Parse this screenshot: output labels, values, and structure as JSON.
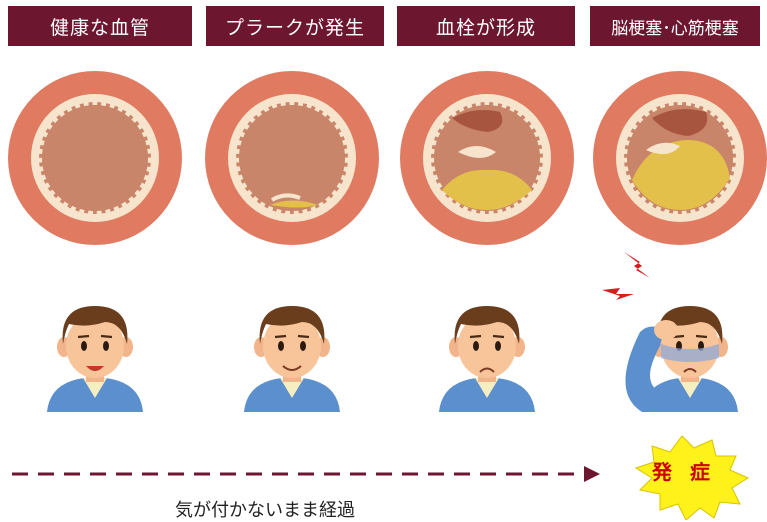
{
  "stages": [
    {
      "label": "健康な血管"
    },
    {
      "label": "プラークが発生"
    },
    {
      "label": "血栓が形成"
    },
    {
      "label": "脳梗塞･心筋梗塞"
    }
  ],
  "onset": {
    "label": "発症"
  },
  "timeline": {
    "caption": "気が付かないまま経過"
  },
  "colors": {
    "label_bg": "#6d1630",
    "vessel_wall": "#e07b62",
    "vessel_inner": "#c9856a",
    "plaque": "#e3c04a",
    "arrow": "#6d1630",
    "onset_burst": "#fff21a",
    "onset_text": "#cc0000"
  }
}
